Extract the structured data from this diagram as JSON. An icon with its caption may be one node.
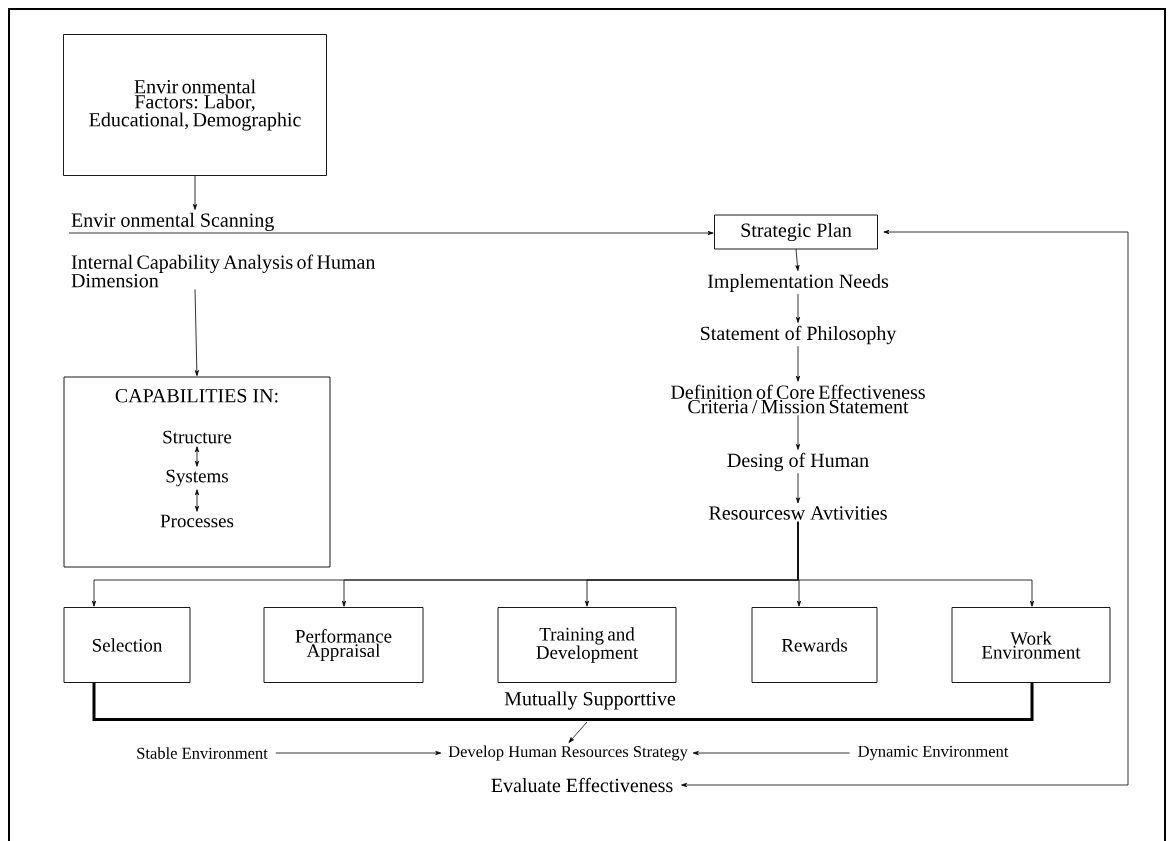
{
  "diagram": {
    "nodes": [
      {
        "text": [
          "Envir onmental Factors: Labor, Educational, Demographic"
        ]
      },
      {
        "text": [
          "Envir onmental Scanning"
        ]
      },
      {
        "text": [
          "Internal Capability Analysis of Human Dimension"
        ]
      },
      {
        "text": [
          "Strategic Plan"
        ]
      },
      {
        "text": [
          "Implementation Needs"
        ]
      },
      {
        "text": [
          "Statement of Philosophy"
        ]
      },
      {
        "text": [
          "Definition of Core Effectiveness Criteria / Mission Statement"
        ]
      },
      {
        "text": [
          "Desing of Human"
        ]
      },
      {
        "text": [
          "Resourcesw Avtivities"
        ]
      },
      {
        "text": [
          "CAPABILITIES IN:"
        ]
      },
      {
        "text": [
          "Structure"
        ],
        "in": 9
      },
      {
        "text": [
          "Systems"
        ],
        "in": 9
      },
      {
        "text": [
          "Processes"
        ],
        "in": 9
      },
      {
        "text": [
          "Selection"
        ]
      },
      {
        "text": [
          "Performance Appraisal"
        ]
      },
      {
        "text": [
          "Training and Development"
        ]
      },
      {
        "text": [
          "Rewards"
        ]
      },
      {
        "text": [
          "Work Environment"
        ]
      },
      {
        "text": [
          "Stable Environment"
        ]
      },
      {
        "text": [
          "Develop Human Resources Strategy"
        ]
      },
      {
        "text": [
          "Dynamic Environment"
        ]
      },
      {
        "text": [
          "Evaluate Effectiveness"
        ]
      }
    ],
    "edges": [
      {
        "from": 0,
        "to": 1,
        "arrow": "to"
      },
      {
        "from": 1,
        "to": 3,
        "arrow": "to"
      },
      {
        "from": 2,
        "to": 9,
        "arrow": "to"
      },
      {
        "from": 10,
        "to": 11,
        "arrow": "both"
      },
      {
        "from": 11,
        "to": 12,
        "arrow": "both"
      },
      {
        "from": 3,
        "to": 4,
        "arrow": "to"
      },
      {
        "from": 4,
        "to": 5,
        "arrow": "to"
      },
      {
        "from": 5,
        "to": 6,
        "arrow": "to"
      },
      {
        "from": 6,
        "to": 7,
        "arrow": "to"
      },
      {
        "from": 7,
        "to": 8,
        "arrow": "to"
      },
      {
        "from": 8,
        "to": 13,
        "arrow": "to"
      },
      {
        "from": 8,
        "to": 14,
        "arrow": "to"
      },
      {
        "from": 8,
        "to": 15,
        "arrow": "to"
      },
      {
        "from": 8,
        "to": 16,
        "arrow": "to"
      },
      {
        "from": 8,
        "to": 17,
        "arrow": "to"
      },
      {
        "from": 13,
        "to": 17,
        "arrow": "none",
        "style": "thick",
        "label": "Mutually Supporttive"
      },
      {
        "from": null,
        "to": 19,
        "arrow": "to"
      },
      {
        "from": 18,
        "to": 19,
        "arrow": "to"
      },
      {
        "from": 20,
        "to": 19,
        "arrow": "to"
      },
      {
        "from": 21,
        "to": 3,
        "arrow": "both"
      }
    ]
  }
}
